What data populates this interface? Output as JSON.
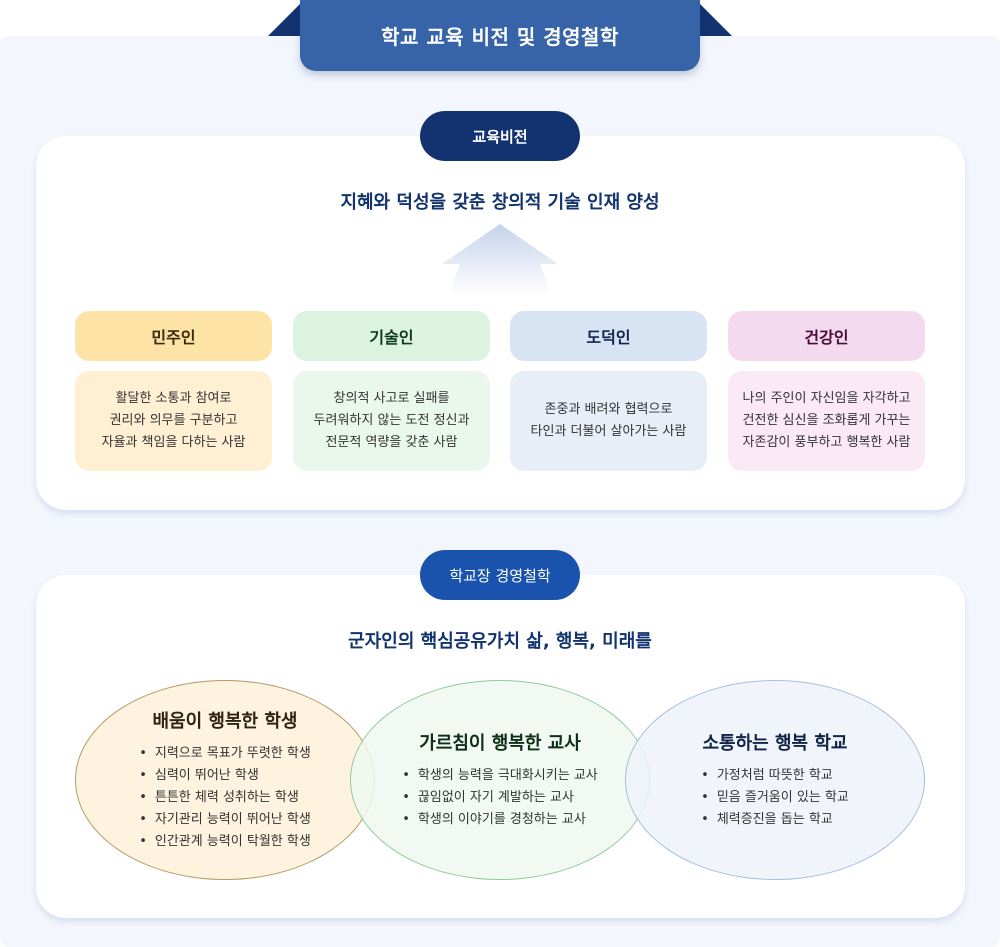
{
  "banner": {
    "title": "학교 교육 비전 및 경영철학"
  },
  "vision": {
    "label": "교육비전",
    "headline": "지혜와 덕성을 갖춘 창의적 기술 인재 양성",
    "traits": [
      {
        "title": "민주인",
        "lines": [
          "활달한 소통과 참여로",
          "권리와 의무를 구분하고",
          "자율과 책임을 다하는 사람"
        ],
        "head_bg": "#fde3a5",
        "body_bg": "#fff0d4",
        "title_color": "#3b2a0c"
      },
      {
        "title": "기술인",
        "lines": [
          "창의적 사고로 실패를",
          "두려워하지 않는 도전 정신과",
          "전문적 역량을 갖춘 사람"
        ],
        "head_bg": "#dcf3e0",
        "body_bg": "#e9f7ec",
        "title_color": "#0e3b1c"
      },
      {
        "title": "도덕인",
        "lines": [
          "존중과 배려와 협력으로",
          "타인과 더불어 살아가는 사람"
        ],
        "head_bg": "#d8e4f3",
        "body_bg": "#e7eef8",
        "title_color": "#12254a"
      },
      {
        "title": "건강인",
        "lines": [
          "나의 주인이 자신임을 자각하고",
          "건전한 심신을 조화롭게 가꾸는",
          "자존감이 풍부하고 행복한 사람"
        ],
        "head_bg": "#f4daee",
        "body_bg": "#fbe9f5",
        "title_color": "#4a0d3a"
      }
    ]
  },
  "philosophy": {
    "label": "학교장 경영철학",
    "headline": "군자인의 핵심공유가치 삶, 행복, 미래를",
    "circles": [
      {
        "title": "배움이 행복한 학생",
        "items": [
          "지력으로 목표가 뚜렷한 학생",
          "심력이 뛰어난 학생",
          "튼튼한 체력 성취하는 학생",
          "자기관리 능력이 뛰어난 학생",
          "인간관계 능력이 탁월한 학생"
        ],
        "bg": "#fdf3de",
        "border": "#b59a63",
        "title_color": "#2e2410"
      },
      {
        "title": "가르침이 행복한 교사",
        "items": [
          "학생의 능력을 극대화시키는 교사",
          "끊임없이 자기 계발하는 교사",
          "학생의 이야기를 경청하는 교사"
        ],
        "bg": "#eef8f0",
        "border": "#8fcb9c",
        "title_color": "#0d2e17"
      },
      {
        "title": "소통하는 행복 학교",
        "items": [
          "가정처럼 따뜻한 학교",
          "믿음 즐거움이 있는 학교",
          "체력증진을 돕는 학교"
        ],
        "bg": "#eef3fa",
        "border": "#a8bedc",
        "title_color": "#0f2447"
      }
    ]
  }
}
